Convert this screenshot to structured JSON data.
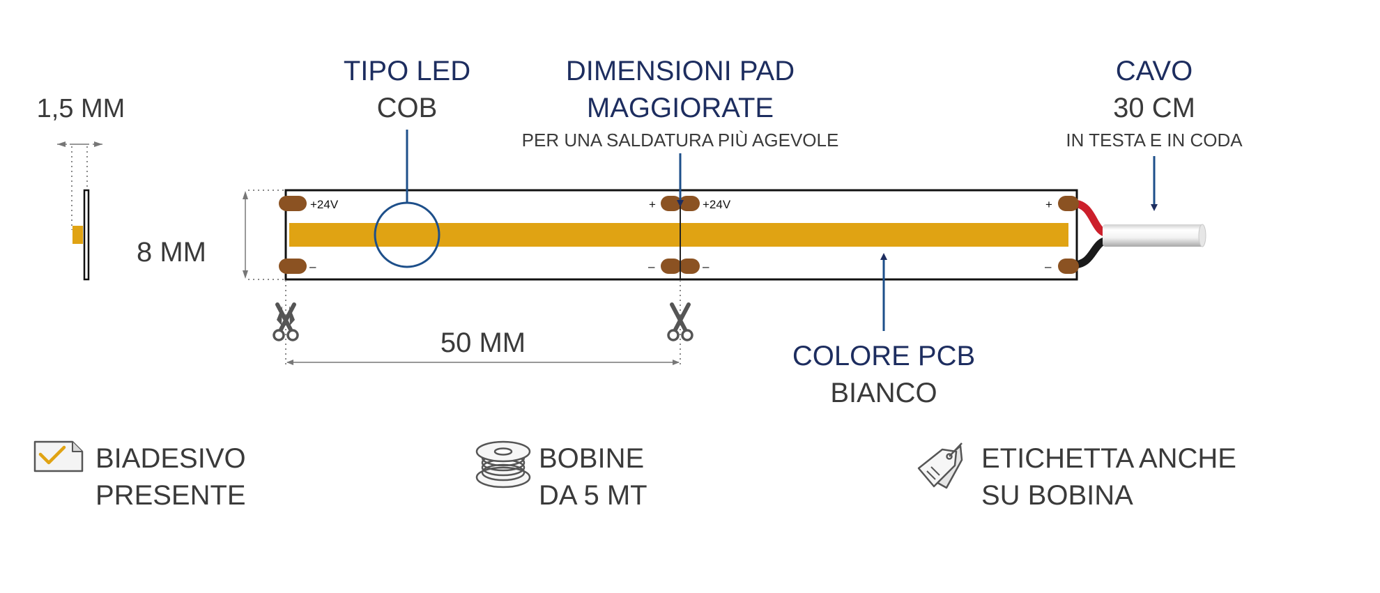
{
  "colors": {
    "navy": "#1d2d5f",
    "gray_text": "#3a3a3a",
    "led_strip": "#e0a313",
    "pads": "#8b5222",
    "cable_red": "#cc1f2b",
    "cable_black": "#1a1a1a",
    "pcb": "#ffffff"
  },
  "thickness": {
    "value": "1,5 MM"
  },
  "width": {
    "value": "8 MM"
  },
  "led_type": {
    "title": "TIPO LED",
    "value": "COB"
  },
  "pad_size": {
    "title_1": "DIMENSIONI PAD",
    "title_2": "MAGGIORATE",
    "note": "PER UNA SALDATURA PIÙ AGEVOLE"
  },
  "cable": {
    "title": "CAVO",
    "value": "30 CM",
    "note": "IN TESTA E IN CODA"
  },
  "pcb_color": {
    "title": "COLORE PCB",
    "value": "BIANCO"
  },
  "cut_length": {
    "value": "50 MM"
  },
  "strip_labels": {
    "pos_left": "+24V",
    "neg_left": "–",
    "pos_mid_left": "+",
    "neg_mid_left": "–",
    "pos_mid_right": "+24V",
    "neg_mid_right": "–",
    "pos_end": "+",
    "neg_end": "–"
  },
  "features": [
    {
      "icon": "adhesive-check-icon",
      "line_1": "BIADESIVO",
      "line_2": "PRESENTE"
    },
    {
      "icon": "reel-icon",
      "line_1": "BOBINE",
      "line_2": "DA 5 MT"
    },
    {
      "icon": "tag-icon",
      "line_1": "ETICHETTA ANCHE",
      "line_2": "SU BOBINA"
    }
  ]
}
